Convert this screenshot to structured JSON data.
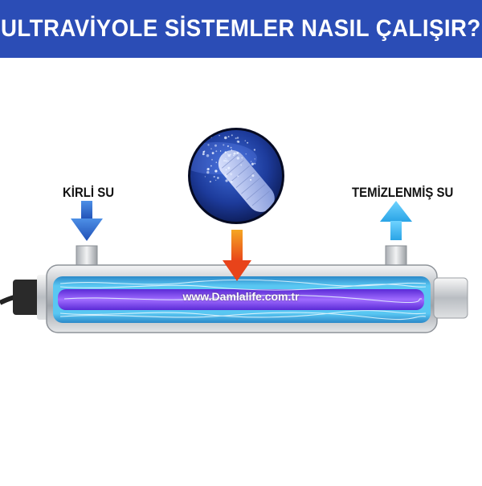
{
  "header": {
    "title": "ULTRAVİYOLE SİSTEMLER NASIL ÇALIŞIR?"
  },
  "diagram": {
    "inlet_label": "KİRLİ SU",
    "outlet_label": "TEMİZLENMİŞ SU",
    "watermark": "www.Damlalife.com.tr",
    "colors": {
      "banner": "#2b4db6",
      "inlet_arrow": "#2f6fd0",
      "outlet_arrow": "#3fb6ee",
      "uv_arrow": "#f26a1b",
      "uv_lamp": "#7b3fe4",
      "water": "#4fc3f0"
    },
    "icons": [
      "down-arrow-icon",
      "up-arrow-icon",
      "uv-arrow-icon",
      "bacteria-magnifier-icon"
    ]
  }
}
